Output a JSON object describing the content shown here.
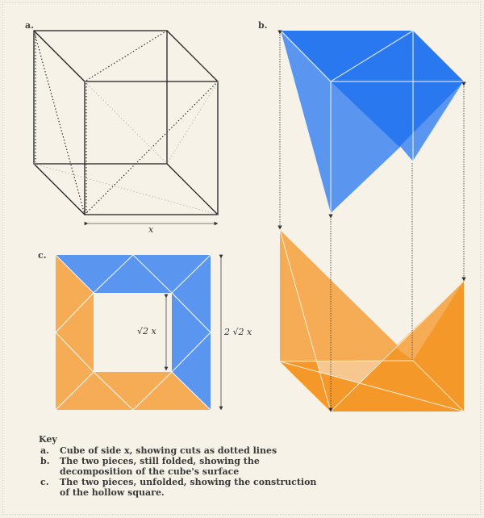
{
  "panels": {
    "a": {
      "label": "a.",
      "dimension": "x"
    },
    "b": {
      "label": "b."
    },
    "c": {
      "label": "c.",
      "inner_dimension": "√2 x",
      "outer_dimension": "2 √2 x"
    }
  },
  "colors": {
    "background": "#f6f2e8",
    "blue_dark": "#2a78f0",
    "blue_light": "#5a95f0",
    "orange_dark": "#f5982a",
    "orange_light": "#f6ac55",
    "line": "#222222"
  },
  "key": {
    "title": "Key",
    "items": [
      {
        "letter": "a.",
        "text": "Cube of side x, showing cuts as dotted lines"
      },
      {
        "letter": "b.",
        "text": "The two pieces, still folded, showing the decomposition of the cube's surface"
      },
      {
        "letter": "c.",
        "text": "The two pieces, unfolded, showing the construction of the hollow square."
      }
    ]
  }
}
